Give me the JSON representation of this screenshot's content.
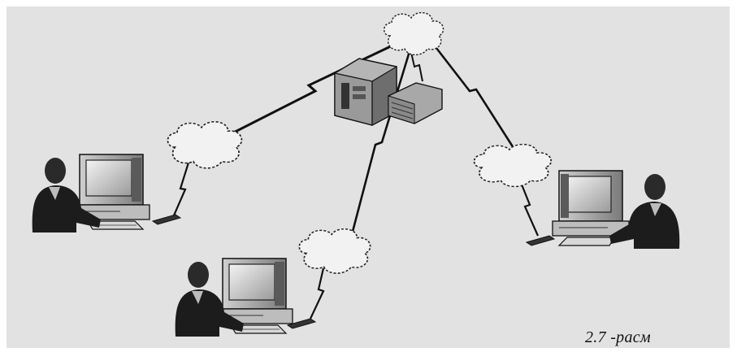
{
  "caption": "2.7 -расм",
  "colors": {
    "background": "#e2e2e2",
    "ink": "#111111",
    "cloud_fill": "#f2f2f2"
  },
  "nodes": [
    {
      "id": "server",
      "kind": "server"
    },
    {
      "id": "cloud-top",
      "kind": "cloud"
    },
    {
      "id": "cloud-left",
      "kind": "cloud"
    },
    {
      "id": "cloud-bottom",
      "kind": "cloud"
    },
    {
      "id": "cloud-right",
      "kind": "cloud"
    },
    {
      "id": "workstation-left",
      "kind": "workstation"
    },
    {
      "id": "workstation-bottom",
      "kind": "workstation"
    },
    {
      "id": "workstation-right",
      "kind": "workstation"
    }
  ],
  "links": [
    {
      "from": "cloud-top",
      "to": "cloud-left",
      "style": "wireless"
    },
    {
      "from": "cloud-top",
      "to": "cloud-bottom",
      "style": "wireless"
    },
    {
      "from": "cloud-top",
      "to": "cloud-right",
      "style": "wireless"
    },
    {
      "from": "cloud-top",
      "to": "server",
      "style": "wireless"
    },
    {
      "from": "cloud-left",
      "to": "workstation-left",
      "style": "wireless"
    },
    {
      "from": "cloud-bottom",
      "to": "workstation-bottom",
      "style": "wireless"
    },
    {
      "from": "cloud-right",
      "to": "workstation-right",
      "style": "wireless"
    }
  ]
}
